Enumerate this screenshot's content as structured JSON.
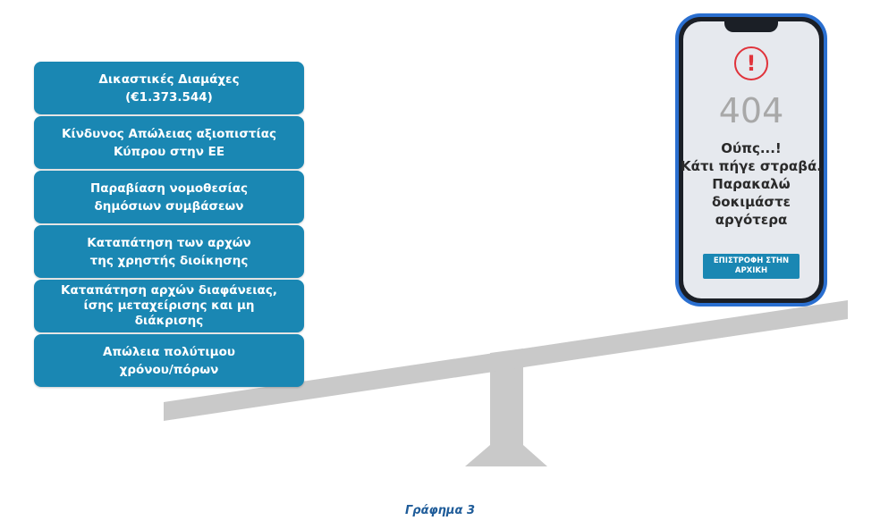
{
  "risks": [
    "Δικαστικές Διαμάχες\n(€1.373.544)",
    "Κίνδυνος Απώλειας αξιοπιστίας\nΚύπρου στην ΕΕ",
    "Παραβίαση νομοθεσίας\nδημόσιων συμβάσεων",
    "Καταπάτηση των αρχών\nτης χρηστής διοίκησης",
    "Καταπάτηση αρχών διαφάνειας,\nίσης μεταχείρισης και μη\nδιάκρισης",
    "Απώλεια πολύτιμου\nχρόνου/πόρων"
  ],
  "phone": {
    "icon": "!",
    "code": "404",
    "message": "Ούπς...!\nΚάτι πήγε στραβά.\nΠαρακαλώ\nδοκιμάστε\nαργότερα",
    "button": "ΕΠΙΣΤΡΟΦΗ ΣΤΗΝ\nΑΡΧΙΚΗ"
  },
  "caption": "Γράφημα 3",
  "colors": {
    "box": "#1a87b3",
    "beam": "#c9c9c9",
    "caption": "#1f5c99",
    "alert": "#e0333b"
  }
}
